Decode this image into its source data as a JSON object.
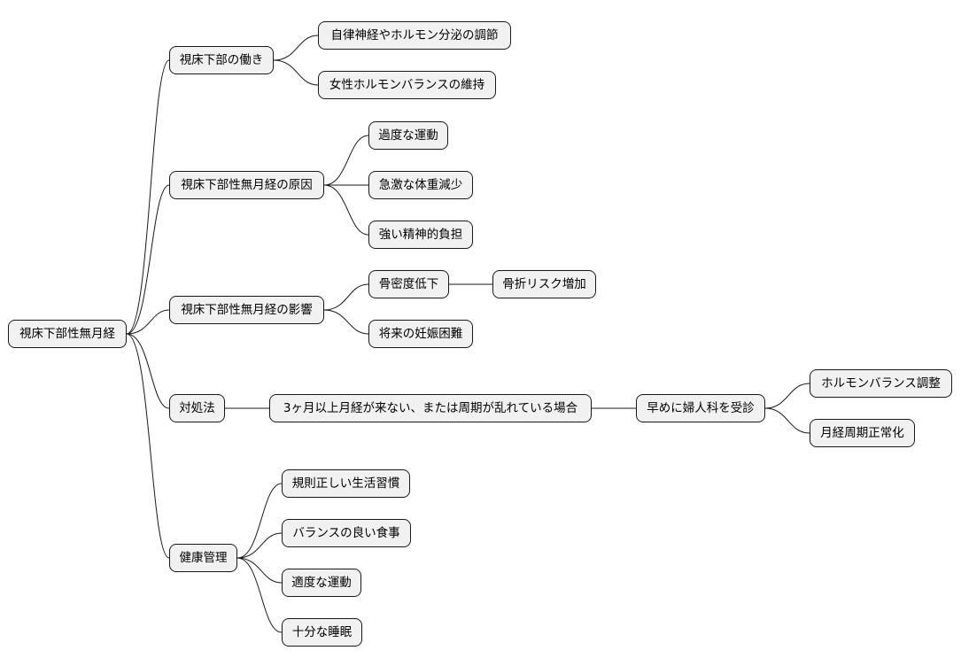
{
  "mindmap": {
    "root": "視床下部性無月経",
    "branches": {
      "function": {
        "label": "視床下部の働き",
        "items": [
          "自律神経やホルモン分泌の調節",
          "女性ホルモンバランスの維持"
        ]
      },
      "causes": {
        "label": "視床下部性無月経の原因",
        "items": [
          "過度な運動",
          "急激な体重減少",
          "強い精神的負担"
        ]
      },
      "effects": {
        "label": "視床下部性無月経の影響",
        "bone_density": "骨密度低下",
        "fracture_risk": "骨折リスク増加",
        "fertility": "将来の妊娠困難"
      },
      "treatment": {
        "label": "対処法",
        "condition": "3ヶ月以上月経が来ない、または周期が乱れている場合",
        "action": "早めに婦人科を受診",
        "outcomes": [
          "ホルモンバランス調整",
          "月経周期正常化"
        ]
      },
      "health": {
        "label": "健康管理",
        "items": [
          "規則正しい生活習慣",
          "バランスの良い食事",
          "適度な運動",
          "十分な睡眠"
        ]
      }
    }
  }
}
